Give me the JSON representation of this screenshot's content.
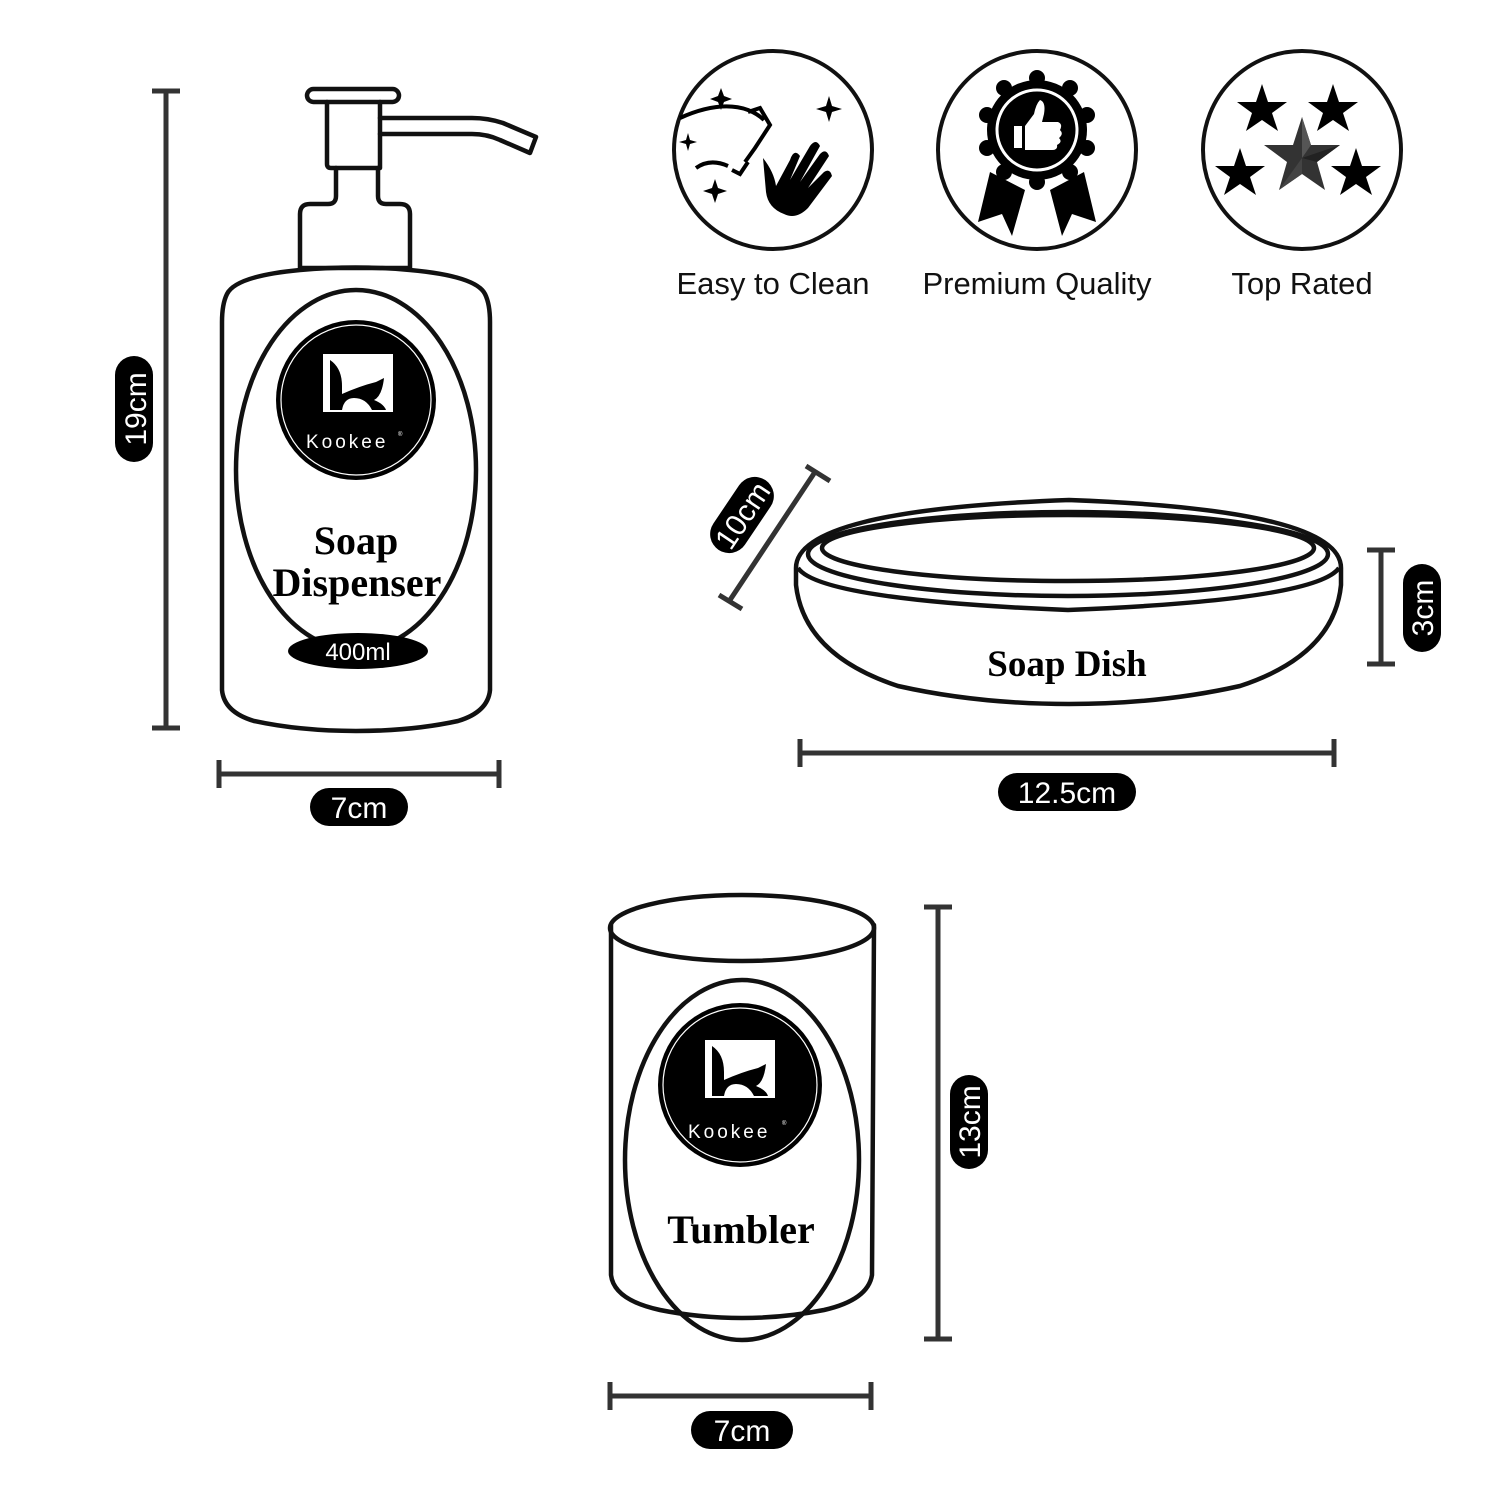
{
  "brand": {
    "name": "Kookee",
    "registered_mark": "®",
    "colors": {
      "ink": "#111111",
      "dimension_line": "#333333",
      "pill_bg": "#000000",
      "pill_text": "#ffffff",
      "background": "#ffffff"
    }
  },
  "features": [
    {
      "label": "Easy to Clean",
      "icon": "hand-wipe-sparkle-icon"
    },
    {
      "label": "Premium Quality",
      "icon": "award-ribbon-thumbs-up-icon"
    },
    {
      "label": "Top Rated",
      "icon": "five-stars-icon"
    }
  ],
  "products": {
    "soap_dispenser": {
      "title_line1": "Soap",
      "title_line2": "Dispenser",
      "capacity": "400ml",
      "height": "19cm",
      "width": "7cm"
    },
    "soap_dish": {
      "title": "Soap Dish",
      "depth": "10cm",
      "height": "3cm",
      "width": "12.5cm"
    },
    "tumbler": {
      "title": "Tumbler",
      "height": "13cm",
      "width": "7cm"
    }
  }
}
